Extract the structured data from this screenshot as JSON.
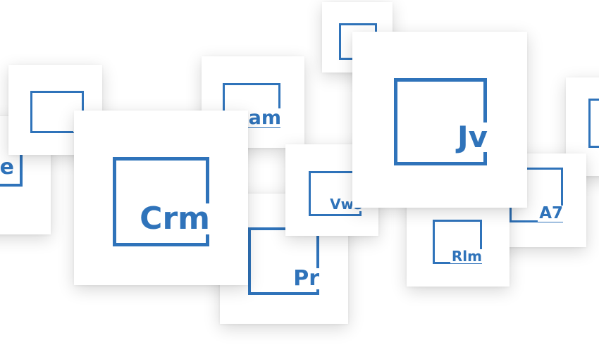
{
  "brand": {
    "accent_color": "#2f73ba",
    "tile_color": "#ffffff"
  },
  "tiles": {
    "me": {
      "abbr": "Me"
    },
    "e": {
      "abbr": "E"
    },
    "crm": {
      "abbr": "Crm"
    },
    "am": {
      "abbr": "am"
    },
    "top_small": {
      "abbr": ""
    },
    "vws": {
      "abbr": "Vws"
    },
    "pr": {
      "abbr": "Pr"
    },
    "jv": {
      "abbr": "Jv"
    },
    "rlm": {
      "abbr": "Rlm"
    },
    "a7": {
      "abbr": "A7"
    },
    "right_edge": {
      "abbr": ""
    }
  }
}
